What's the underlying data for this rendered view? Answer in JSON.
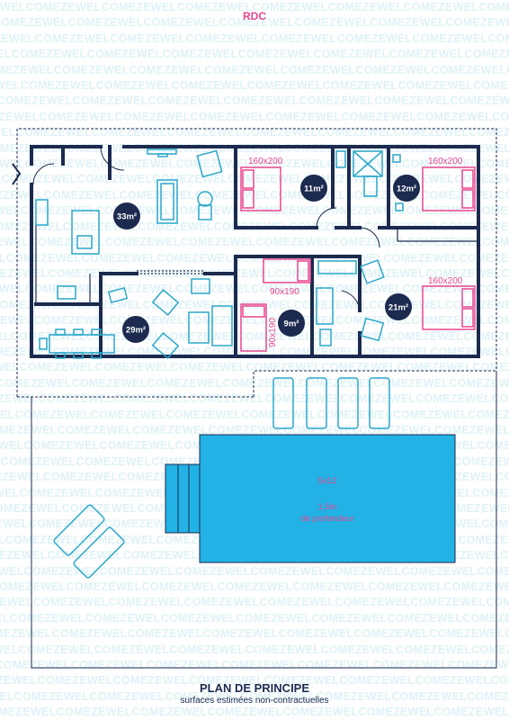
{
  "watermark": "WELCOMEZE",
  "level": "RDC",
  "footer": {
    "title": "PLAN DE PRINCIPE",
    "subtitle": "surfaces estimées non-contractuelles"
  },
  "rooms": {
    "living": "33m²",
    "kitchen": "29m²",
    "bedroom1": "11m²",
    "bedroom2": "12m²",
    "bedroom3": "21m²",
    "bedroom4": "9m²"
  },
  "beds": {
    "bed1": "160x200",
    "bed2": "160x200",
    "bed3": "160x200",
    "bed4": "90x190",
    "bed5": "90x190"
  },
  "pool": {
    "size": "5x12",
    "depth_line1": "1,5m",
    "depth_line2": "de profondeur"
  },
  "colors": {
    "wall": "#1b2a4e",
    "furniture": "#2aa7c9",
    "accent": "#e8478f",
    "pool": "#22b2e6"
  }
}
